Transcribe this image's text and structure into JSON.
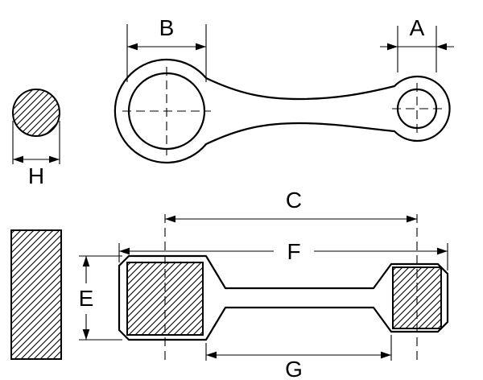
{
  "diagram": {
    "colors": {
      "line": "#000000",
      "background": "#ffffff"
    },
    "labels": {
      "a": "A",
      "b": "B",
      "c": "C",
      "e": "E",
      "f": "F",
      "g": "G",
      "h": "H"
    }
  }
}
